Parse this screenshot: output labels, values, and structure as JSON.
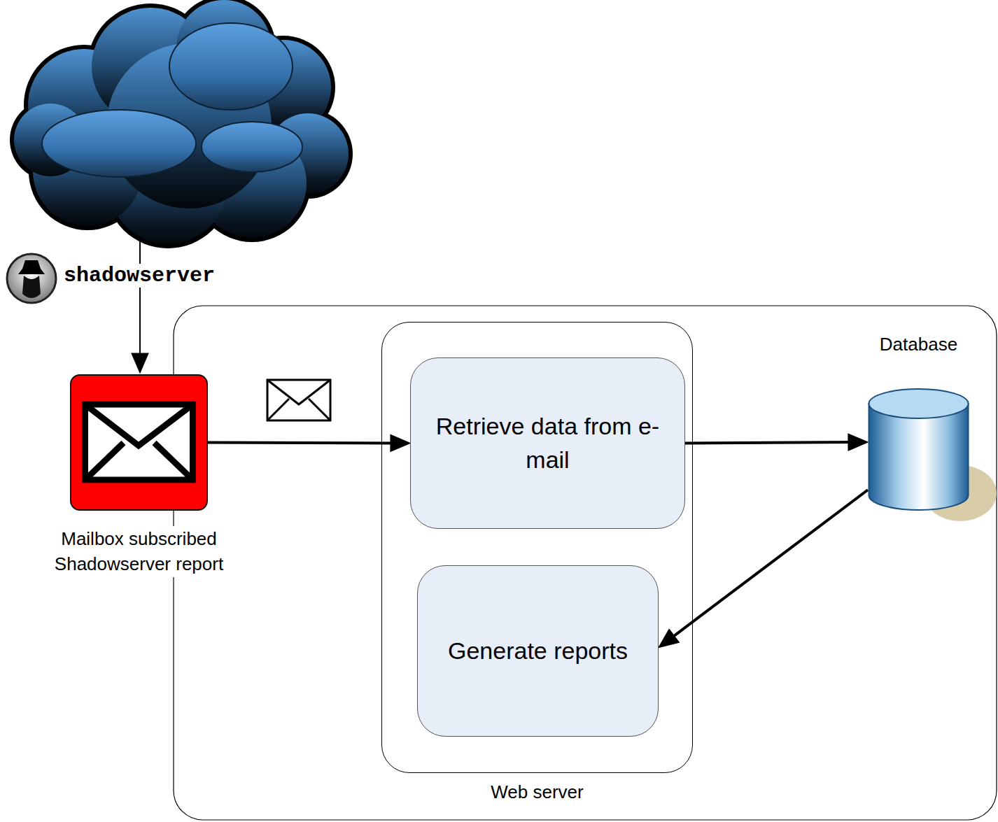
{
  "diagram": {
    "nodes": [
      {
        "text": [
          "Mailbox subscribed Shadowserver report"
        ]
      },
      {
        "text": [
          "Web server"
        ]
      },
      {
        "text": [
          "Retrieve data from e-mail"
        ],
        "in": 1
      },
      {
        "text": [
          "Generate reports"
        ],
        "in": 1
      },
      {
        "text": [
          "Database"
        ]
      }
    ],
    "edges": [
      {
        "from": 0,
        "to": 2,
        "arrow": "to"
      },
      {
        "from": 2,
        "to": 4,
        "arrow": "to"
      },
      {
        "from": 4,
        "to": 3,
        "arrow": "to"
      }
    ],
    "labels": [
      "shadowserver"
    ]
  }
}
